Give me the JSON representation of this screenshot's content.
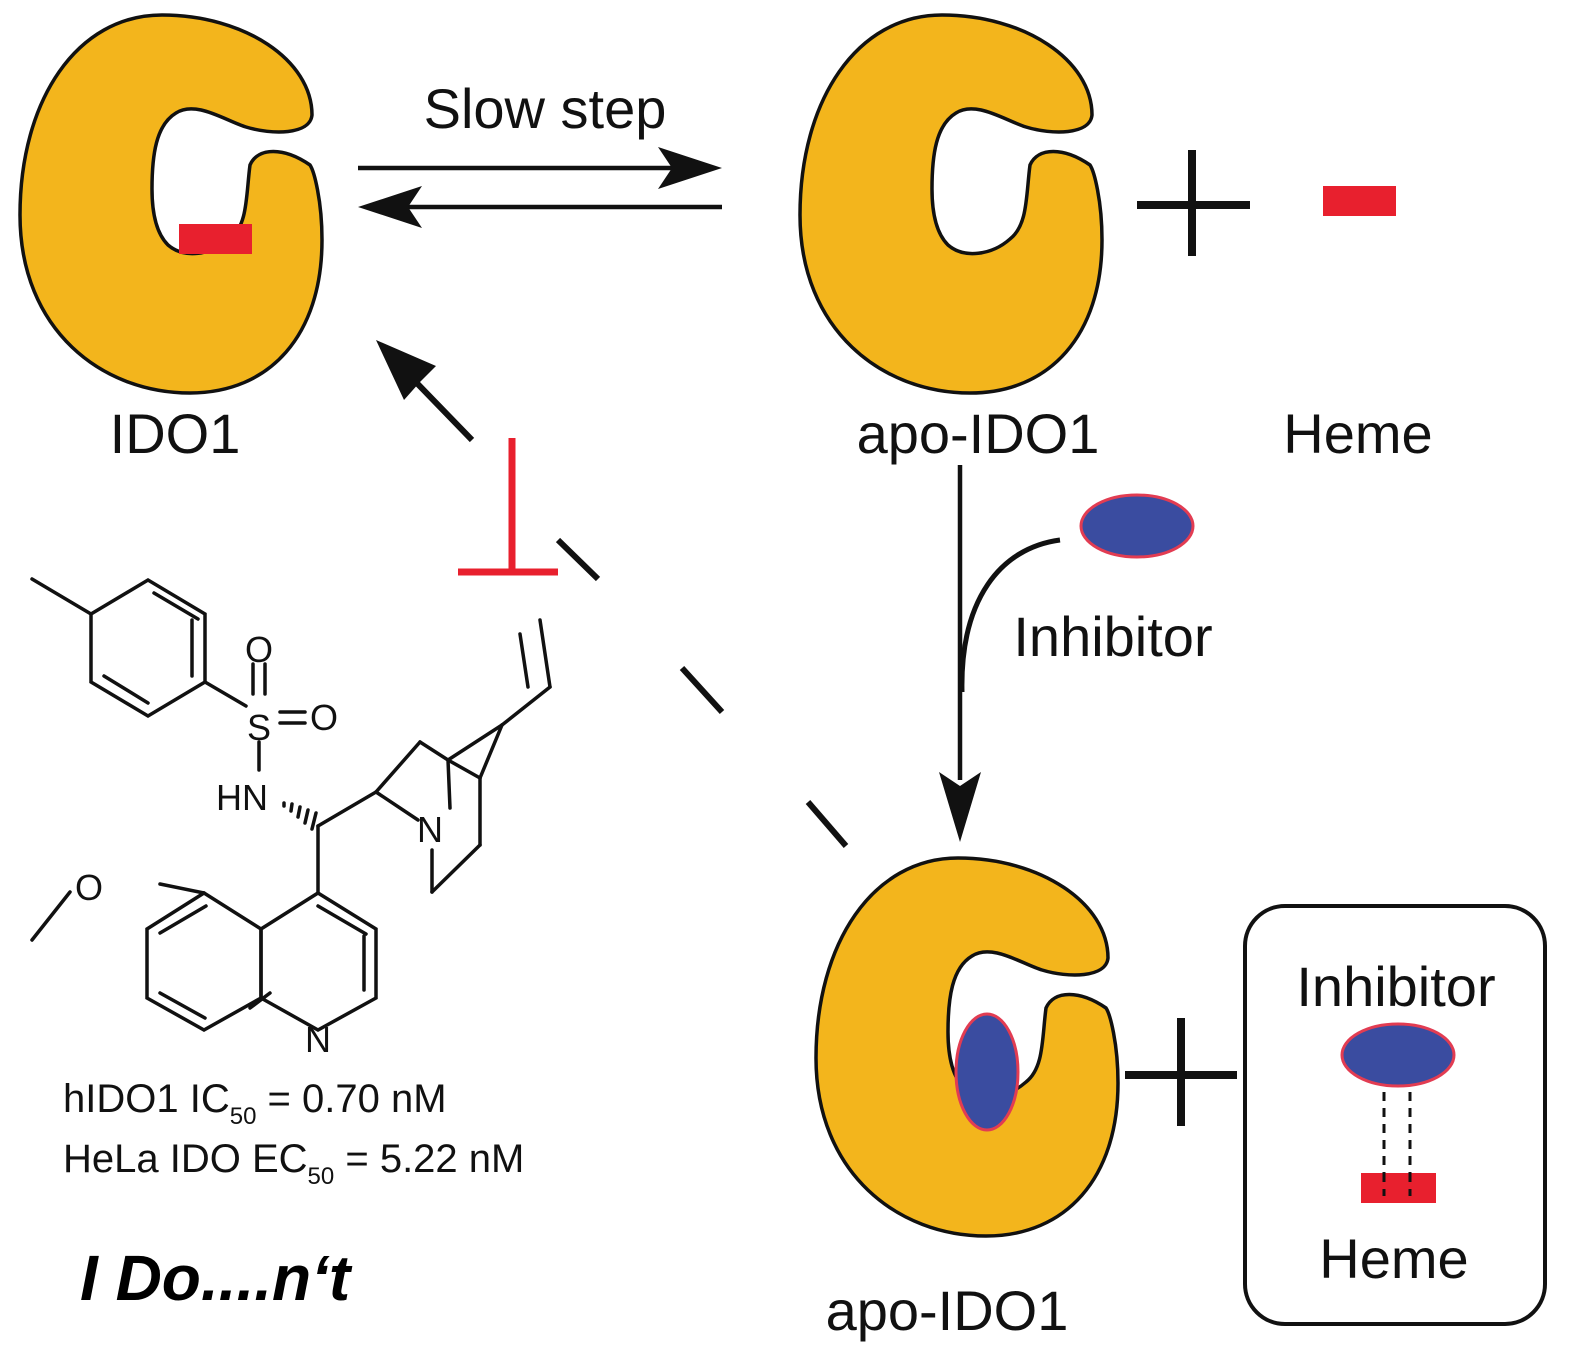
{
  "colors": {
    "enzyme_fill": "#F3B51C",
    "heme": "#E8202E",
    "inhibitor_fill": "#3A4CA0",
    "inhibitor_outline": "#E23C52",
    "ink": "#111111"
  },
  "labels": {
    "ido1": "IDO1",
    "slow_step": "Slow step",
    "apo_ido1_top": "apo-IDO1",
    "heme_top": "Heme",
    "inhibitor_side": "Inhibitor",
    "apo_ido1_bottom": "apo-IDO1",
    "box_inhibitor": "Inhibitor",
    "box_heme": "Heme"
  },
  "molecule": {
    "atoms": {
      "O_top": "O",
      "S": "S",
      "O_right": "O",
      "NH": "HN",
      "N_quinuclidine": "N",
      "O_methoxy": "O",
      "N_quinoline": "N"
    }
  },
  "potency": {
    "line1_prefix": "hIDO1 IC",
    "line1_sub": "50",
    "line1_suffix": " = 0.70 nM",
    "line2_prefix": "HeLa IDO EC",
    "line2_sub": "50",
    "line2_suffix": " = 5.22 nM"
  },
  "tagline": "I Do....n‘t",
  "icons": [
    "enzyme-icon",
    "heme-icon",
    "inhibitor-icon",
    "plus-icon",
    "arrow-icon",
    "inhibition-bar-icon"
  ]
}
